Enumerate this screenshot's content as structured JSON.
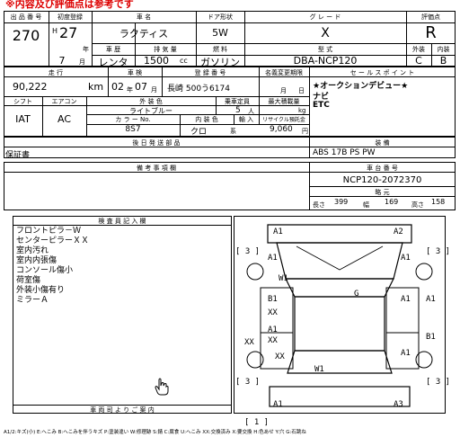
{
  "top_banner": "※内容及び評価点は参考です",
  "header": {
    "lot_label": "出 品 番 号",
    "lot": "270",
    "first_reg_label": "初度登録",
    "era": "H",
    "year": "27",
    "year_unit": "年",
    "month": "7",
    "month_unit": "月",
    "car_name_label": "車 名",
    "car_name": "ラクティス",
    "door_label": "ドア形状",
    "door": "5W",
    "grade_label": "グ レ ー ド",
    "grade": "X",
    "score_label": "評価点",
    "score": "R",
    "body_type_label": "車 歴",
    "body_type": "レンタ",
    "displacement_label": "排 気 量",
    "displacement": "1500",
    "displacement_unit": "cc",
    "fuel_label": "燃 料",
    "fuel": "ガソリン",
    "model_label": "型 式",
    "model": "DBA-NCP120",
    "ext_label": "外装",
    "ext": "C",
    "int_label": "内装",
    "int": "B"
  },
  "row2": {
    "mileage_label": "走 行",
    "mileage": "90,222",
    "mileage_unit": "km",
    "inspection_label": "車 検",
    "inspection": "02",
    "inspection_unit_y": "年",
    "inspection_m": "07",
    "inspection_unit_m": "月",
    "plate_label": "登 録 番 号",
    "plate": "長崎 500う6174",
    "recycle_label": "名義変更期限",
    "recycle_m": "月",
    "recycle_d": "日",
    "sales_label": "セ ー ル ス ポ イ ン ト",
    "sales_points": [
      "★オークションデビュー★",
      "ナビ",
      "ETC"
    ]
  },
  "row3": {
    "shift_label": "シフト",
    "aircon_label": "エアコン",
    "shift": "IAT",
    "aircon": "AC",
    "ext_color_label": "外 装 色",
    "ext_color": "ライトブルー",
    "seats_label": "乗車定員",
    "seats": "5",
    "seats_unit": "人",
    "capacity_label": "最大積載量",
    "capacity_unit": "kg",
    "color_no_label": "カ ラ ー No.",
    "color_no": "8S7",
    "int_color_label": "内 装 色",
    "int_color": "クロ",
    "int_color_unit": "系",
    "import_label": "輸 入",
    "recycle_fee_label": "リサイクル預託金",
    "recycle_fee": "9,060",
    "recycle_fee_unit": "円"
  },
  "row4": {
    "delivery_label": "後 日 発 送 部 品",
    "delivery": "保証書",
    "equip_label": "装 備",
    "equip": "ABS 17B PS PW"
  },
  "row5": {
    "info_label": "備 考 事 項 欄",
    "chassis_label": "車 台 番 号",
    "chassis": "NCP120-2072370",
    "size_label": "略 元",
    "length_label": "長さ",
    "length": "399",
    "width_label": "幅",
    "width": "169",
    "height_label": "高さ",
    "height": "158"
  },
  "notes": {
    "title": "検 査 員 記 入 欄",
    "items": [
      "フロントピラ－Ｗ",
      "センターピラーＸＸ",
      "室内汚れ",
      "室内内張傷",
      "コンソール傷小",
      "荷室傷",
      "外装小傷有り",
      "ミラーＡ"
    ],
    "footer_label": "車 両 司 よ り ご 案 内"
  },
  "diagram": {
    "labels": [
      {
        "t": "A1"
      },
      {
        "t": "A2"
      },
      {
        "t": "[ 3 ]"
      },
      {
        "t": "[ 3 ]"
      },
      {
        "t": "A1"
      },
      {
        "t": "A1"
      },
      {
        "t": "W1"
      },
      {
        "t": "G"
      },
      {
        "t": "B1"
      },
      {
        "t": "XX"
      },
      {
        "t": "A1"
      },
      {
        "t": "A1"
      },
      {
        "t": "A1"
      },
      {
        "t": "XX"
      },
      {
        "t": "XX"
      },
      {
        "t": "XX"
      },
      {
        "t": "B1"
      },
      {
        "t": "W1"
      },
      {
        "t": "A1"
      },
      {
        "t": "[ 3 ]"
      },
      {
        "t": "[ 3 ]"
      },
      {
        "t": "A1"
      },
      {
        "t": "A3"
      },
      {
        "t": "[ 1 ]"
      }
    ]
  },
  "footer": "A1/2:キズ(小)  E:へこみ  B:へこみを伴うキズ  P:塗装違い  W:修理跡  S:錆  C:腐食  U:へこみ  XX:交換済み  X:要交換  H:色あせ  Y:穴  G:石跳ね"
}
